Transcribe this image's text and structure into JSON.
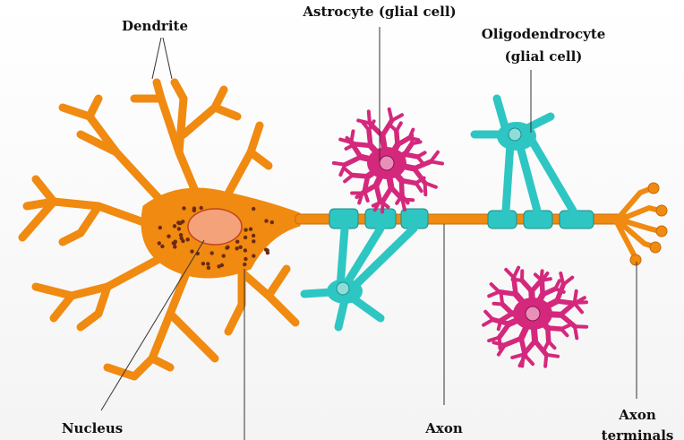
{
  "labels": {
    "dendrite": "Dendrite",
    "astrocyte": "Astrocyte (glial cell)",
    "oligodendrocyte_line1": "Oligodendrocyte",
    "oligodendrocyte_line2": "(glial cell)",
    "nucleus": "Nucleus",
    "axon": "Axon",
    "axon_terminals_line1": "Axon",
    "axon_terminals_line2": "terminals"
  },
  "colors": {
    "neuron": "#f08a10",
    "neuron_dark": "#b5600a",
    "myelin": "#2ec6c2",
    "astrocyte": "#d4287c",
    "nucleus": "#f4a27a",
    "dots": "#6b2a14"
  }
}
